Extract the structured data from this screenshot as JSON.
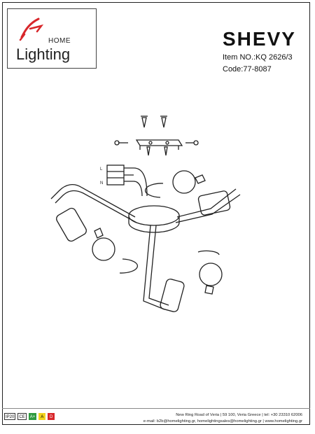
{
  "logo": {
    "home": "HOME",
    "lighting": "Lighting"
  },
  "product": {
    "name": "SHEVY",
    "item_no": "Item NO.:KQ 2626/3",
    "code": "Code:77-8087"
  },
  "wiring_labels": [
    "L",
    "N"
  ],
  "footer": {
    "address": "New Ring Road of Veria | 59 100, Veria Greece | tel: +30 23310 62006",
    "contacts": "e-mail: b2b@homelighting.gr, homelightingsales@homelighting.gr | www.homelighting.gr"
  },
  "badges": [
    "IP20",
    "CE",
    "A+",
    "A",
    "D"
  ],
  "colors": {
    "line": "#222222",
    "accent_red": "#d8262a",
    "energy_green": "#2e9a3f",
    "energy_yellow": "#f2d21e"
  }
}
